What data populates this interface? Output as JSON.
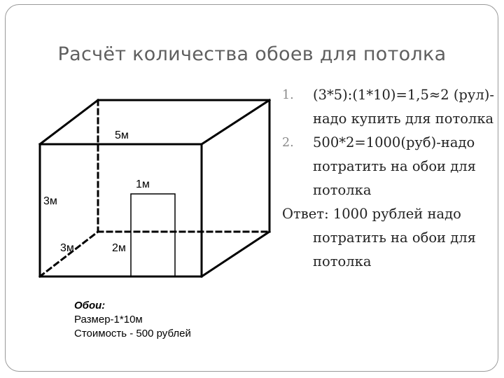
{
  "title": "Расчёт количества обоев для потолка",
  "dimensions": {
    "top": "5м",
    "door": "1м",
    "left_height": "3м",
    "bottom_depth": "3м",
    "bottom_front": "2м"
  },
  "legend": {
    "title": "Обои:",
    "size": "Размер-1*10м",
    "price": "Стоимость - 500 рублей"
  },
  "steps": [
    {
      "num": "1.",
      "text": "(3*5):(1*10)=1,5≈2 (рул)-надо купить для потолка"
    },
    {
      "num": "2.",
      "text": "500*2=1000(руб)-надо потратить на обои для потолка"
    }
  ],
  "answer": "Ответ: 1000 рублей надо потратить на обои для потолка"
}
